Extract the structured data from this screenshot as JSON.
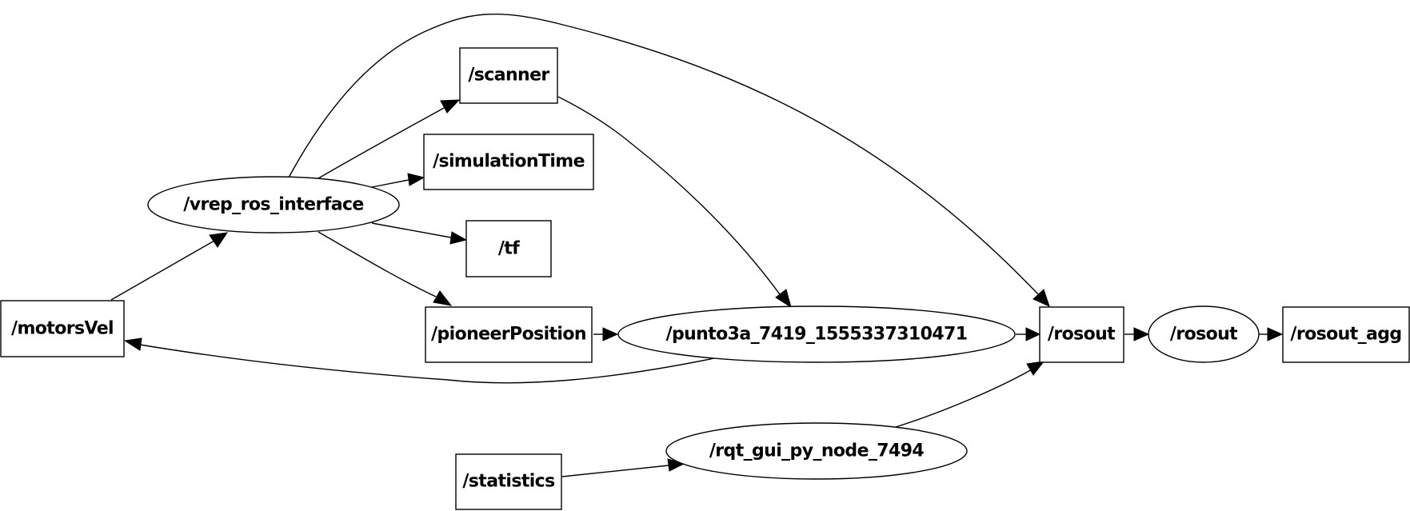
{
  "graph": {
    "nodes": {
      "motorsVel": "/motorsVel",
      "vrep_ros_interface": "/vrep_ros_interface",
      "scanner": "/scanner",
      "simulationTime": "/simulationTime",
      "tf": "/tf",
      "pioneerPosition": "/pioneerPosition",
      "punto3a": "/punto3a_7419_1555337310471",
      "statistics": "/statistics",
      "rqt_gui": "/rqt_gui_py_node_7494",
      "rosout_topic": "/rosout",
      "rosout_node": "/rosout",
      "rosout_agg": "/rosout_agg"
    }
  }
}
